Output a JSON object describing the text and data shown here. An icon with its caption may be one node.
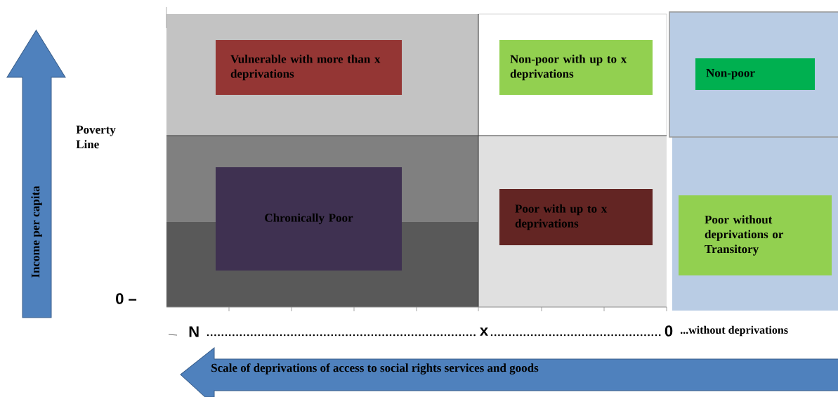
{
  "diagram": {
    "nodes": [
      {
        "text": [
          "Vulnerable with more than x deprivations"
        ]
      },
      {
        "text": [
          "Non-poor with up to x deprivations"
        ]
      },
      {
        "text": [
          "Non-poor"
        ]
      },
      {
        "text": [
          "Chronically Poor"
        ]
      },
      {
        "text": [
          "Poor with up to x deprivations"
        ]
      },
      {
        "text": [
          "Poor without deprivations or Transitory"
        ]
      },
      {
        "text": [
          "Income per capita"
        ]
      },
      {
        "text": [
          "Scale of deprivations of access to social rights services and goods"
        ]
      }
    ],
    "labels": [
      "Poverty Line",
      "0 –",
      "N",
      "x",
      "0",
      "...without deprivations"
    ]
  }
}
